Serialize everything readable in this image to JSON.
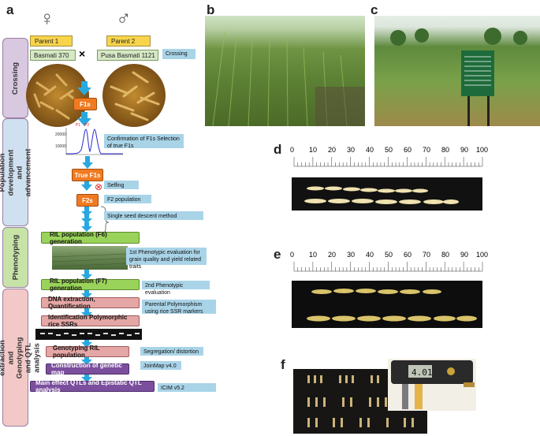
{
  "panel_labels": {
    "a": "a",
    "b": "b",
    "c": "c",
    "d": "d",
    "e": "e",
    "f": "f"
  },
  "symbols": {
    "female": "♀",
    "male": "♂",
    "cross": "×",
    "reject": "⊗"
  },
  "stages": {
    "crossing": "Crossing",
    "population": "Population development and advancement",
    "phenotyping": "Phenotyping",
    "dna": "DNA extraction and Genotyping and QTL analysis"
  },
  "parents": {
    "parent1_label": "Parent 1",
    "parent1_name": "Basmati 370",
    "parent2_label": "Parent 2",
    "parent2_name": "Pusa Basmati 1121"
  },
  "flow": {
    "f1s": "F1s",
    "true_f1s": "True F1s",
    "f2s": "F2s",
    "ril_f6": "RIL population (F6) generation",
    "ril_f7": "RIL population (F7) generation",
    "dna_extraction": "DNA extraction, Quantification",
    "ssr": "Identification Polymorphic rice SSRs",
    "genotyping": "Genotyping RIL population",
    "map": "Construction of genetic map",
    "qtl": "Main effect QTLs and Epistatic QTL analysis"
  },
  "notes": {
    "crossing": "Crossing",
    "confirm": "Confirmation of F1s Selection of true F1s",
    "selfing": "Selfing",
    "f2pop": "F2 population",
    "ssd": "Single seed descent method",
    "pheno1": "1st Phenotypic evaluation for grain quality and yield related traits",
    "pheno2": "2nd Phenotypic evaluation",
    "polymorphism": "Parental Polymorphism using rice SSR markers",
    "segregation": "Segregation/ distortion",
    "joinmap": "JoinMap v4.0",
    "icim": "ICIM v5.2"
  },
  "chromatogram": {
    "y_ticks": [
      "20000",
      "10000"
    ],
    "peak1": "P1",
    "peak2": "P2"
  },
  "ruler": {
    "ticks": [
      "0",
      "10",
      "20",
      "30",
      "40",
      "50",
      "60",
      "70",
      "80",
      "90",
      "100"
    ]
  },
  "colors": {
    "parent_yellow": "#f7d44a",
    "orange": "#f07a20",
    "green": "#9ad35a",
    "pink": "#e5a6a6",
    "purple": "#7b4f9e",
    "note_blue": "#a9d4e8",
    "arrow": "#29a8e0"
  }
}
